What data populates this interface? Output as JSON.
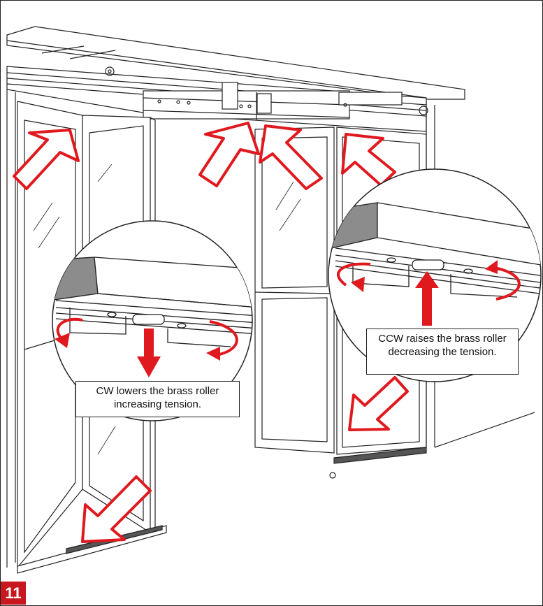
{
  "step_number": "11",
  "callouts": {
    "cw": "CW lowers the brass roller increasing tension.",
    "ccw": "CCW raises the brass roller decreasing the tension."
  },
  "colors": {
    "arrow_red": "#e0191f",
    "badge_red": "#c8171e",
    "line": "#222222",
    "shade": "#8c8c8c"
  }
}
